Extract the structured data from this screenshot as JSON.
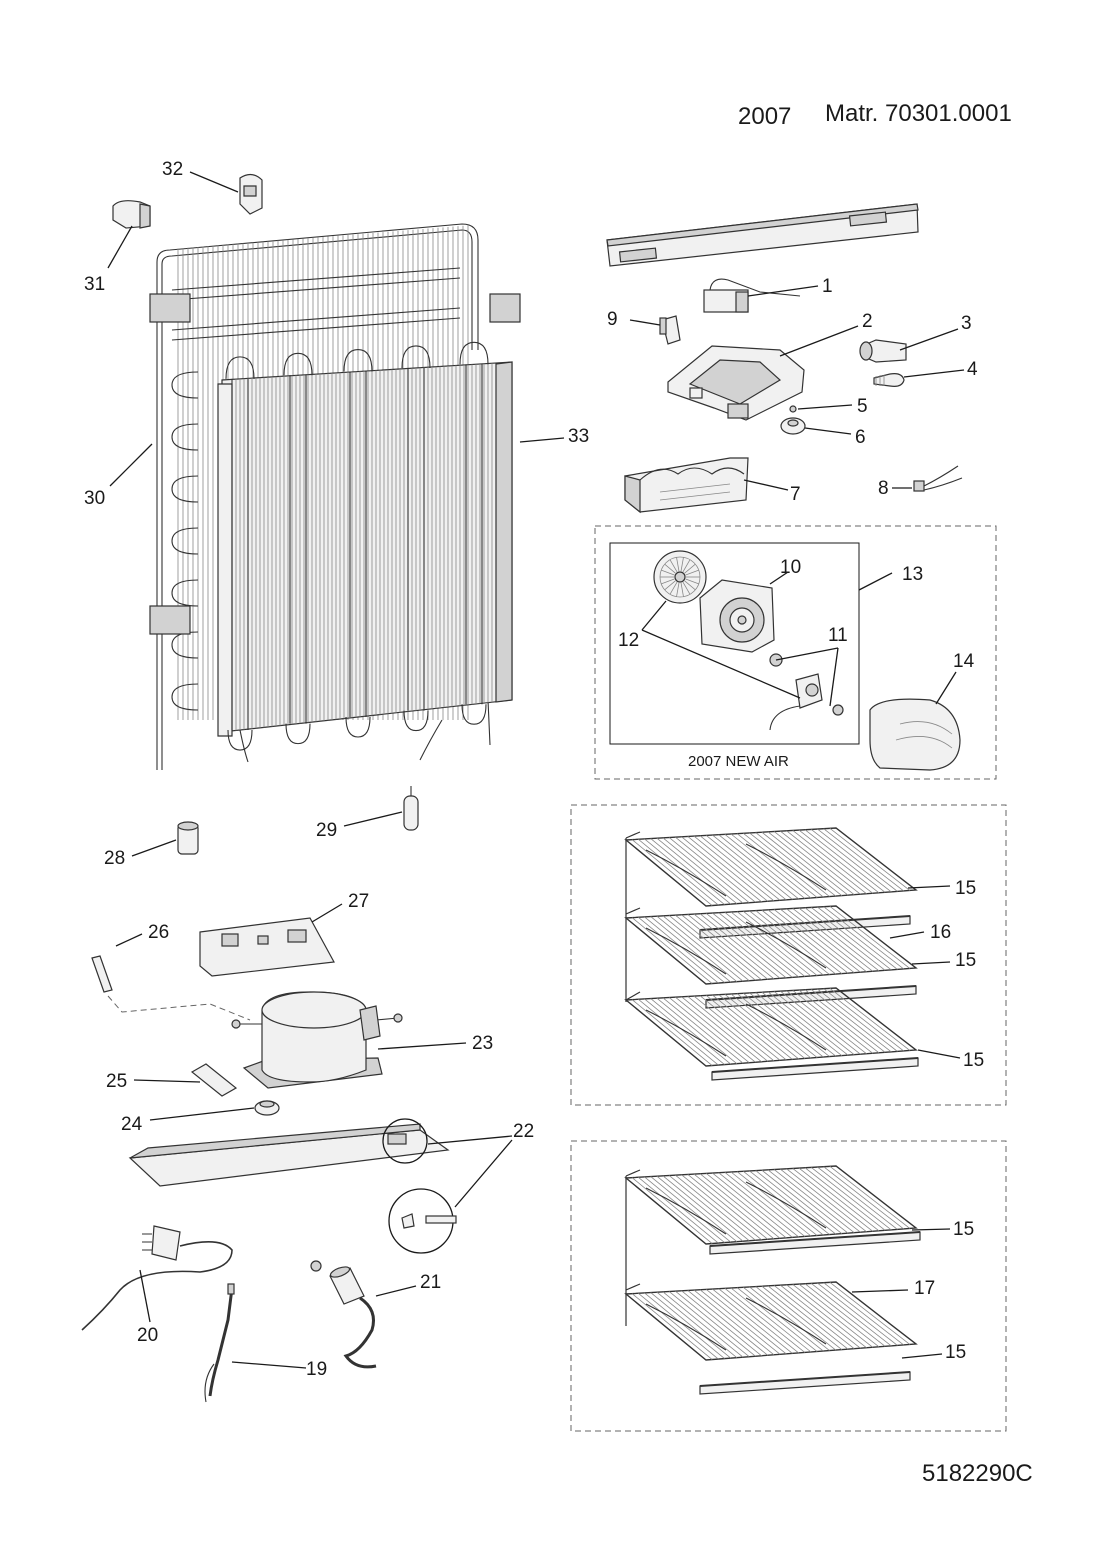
{
  "header": {
    "year": "2007",
    "material": "Matr. 70301.0001"
  },
  "footer": {
    "code": "5182290C"
  },
  "fan_box": {
    "caption": "2007  NEW AIR"
  },
  "callouts": {
    "c1": "1",
    "c2": "2",
    "c3": "3",
    "c4": "4",
    "c5": "5",
    "c6": "6",
    "c7": "7",
    "c8": "8",
    "c9": "9",
    "c10": "10",
    "c11": "11",
    "c12": "12",
    "c13": "13",
    "c14": "14",
    "c15a": "15",
    "c15b": "15",
    "c15c": "15",
    "c15d": "15",
    "c15e": "15",
    "c16": "16",
    "c17": "17",
    "c19": "19",
    "c20": "20",
    "c21": "21",
    "c22": "22",
    "c23": "23",
    "c24": "24",
    "c25": "25",
    "c26": "26",
    "c27": "27",
    "c28": "28",
    "c29": "29",
    "c30": "30",
    "c31": "31",
    "c32": "32",
    "c33": "33"
  }
}
